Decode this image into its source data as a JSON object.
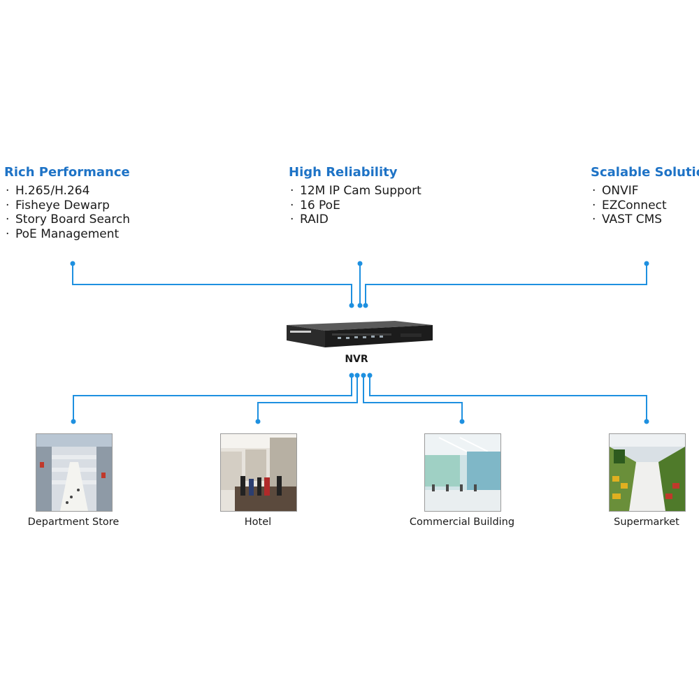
{
  "colors": {
    "accent": "#1e73c6",
    "wire": "#1e90e0"
  },
  "features": [
    {
      "title": "Rich Performance",
      "items": [
        "H.265/H.264",
        "Fisheye Dewarp",
        "Story Board Search",
        "PoE Management"
      ]
    },
    {
      "title": "High Reliability",
      "items": [
        "12M IP Cam Support",
        "16 PoE",
        "RAID"
      ]
    },
    {
      "title": "Scalable Solution",
      "items": [
        "ONVIF",
        "EZConnect",
        "VAST CMS"
      ]
    }
  ],
  "bullet": "·",
  "hub": {
    "label": "NVR",
    "icon": "nvr-device-icon"
  },
  "applications": [
    {
      "label": "Department Store",
      "icon": "department-store-photo"
    },
    {
      "label": "Hotel",
      "icon": "hotel-lobby-photo"
    },
    {
      "label": "Commercial Building",
      "icon": "commercial-building-photo"
    },
    {
      "label": "Supermarket",
      "icon": "supermarket-photo"
    }
  ]
}
